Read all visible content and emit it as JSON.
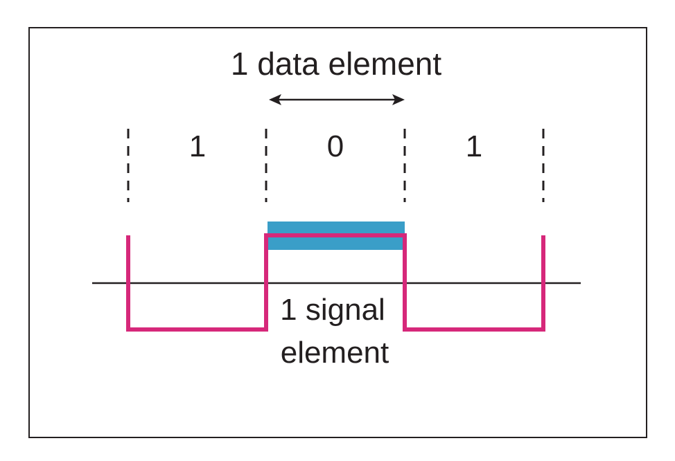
{
  "diagram": {
    "data_element_label": "1 data element",
    "signal_element_label_line1": "1 signal",
    "signal_element_label_line2": "element",
    "bits": [
      "1",
      "0",
      "1"
    ],
    "colors": {
      "signal": "#d6287a",
      "highlight": "#3a9ec8",
      "line": "#231f20",
      "frame": "#231f20"
    }
  }
}
